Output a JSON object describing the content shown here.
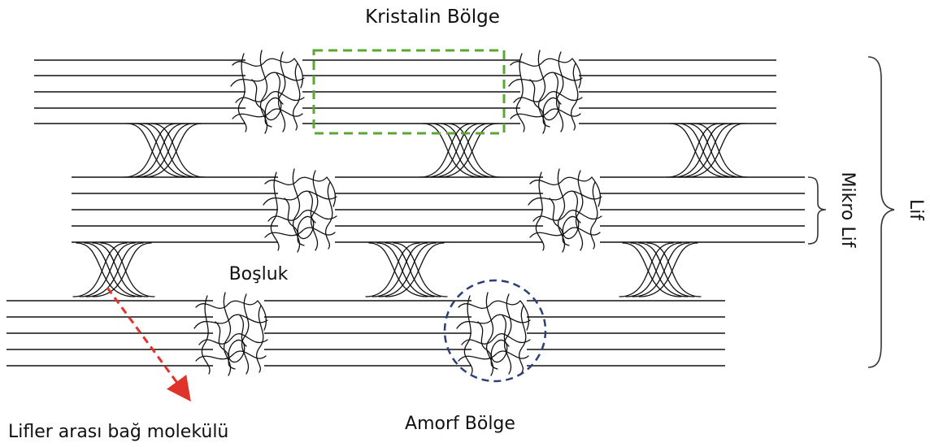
{
  "labels": {
    "crystalline": "Kristalin Bölge",
    "amorphous": "Amorf Bölge",
    "void": "Boşluk",
    "tie_molecule": "Lifler arası bağ molekülü",
    "microfibril": "Mikro Lif",
    "fiber": "Lif"
  },
  "colors": {
    "crystalline_box": "#5aa832",
    "amorphous_circle": "#2b3f78",
    "tie_arrow": "#e0342b",
    "strokes": "#111111"
  }
}
